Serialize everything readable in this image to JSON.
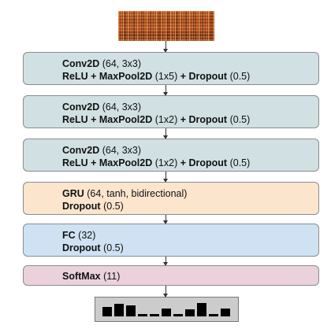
{
  "layers": [
    {
      "name": "Conv2D",
      "params": "(64, 3x3)",
      "line2_op": "ReLU + MaxPool2D",
      "line2_pool": "(1x5)",
      "line2_op2": "+ Dropout",
      "line2_rate": "(0.5)"
    },
    {
      "name": "Conv2D",
      "params": "(64, 3x3)",
      "line2_op": "ReLU + MaxPool2D",
      "line2_pool": "(1x2)",
      "line2_op2": "+ Dropout",
      "line2_rate": "(0.5)"
    },
    {
      "name": "Conv2D",
      "params": "(64, 3x3)",
      "line2_op": "ReLU + MaxPool2D",
      "line2_pool": "(1x2)",
      "line2_op2": "+ Dropout",
      "line2_rate": "(0.5)"
    }
  ],
  "gru": {
    "name": "GRU",
    "params": "(64, tanh, bidirectional)",
    "dropout": "Dropout",
    "rate": "(0.5)"
  },
  "fc": {
    "name": "FC",
    "params": "(32)",
    "dropout": "Dropout",
    "rate": "(0.5)"
  },
  "softmax": {
    "name": "SoftMax",
    "params": "(11)"
  },
  "output_histogram": [
    0.7,
    0.95,
    0.85,
    0.15,
    0.15,
    0.6,
    0.15,
    0.55,
    1.0,
    0.15,
    0.6
  ]
}
